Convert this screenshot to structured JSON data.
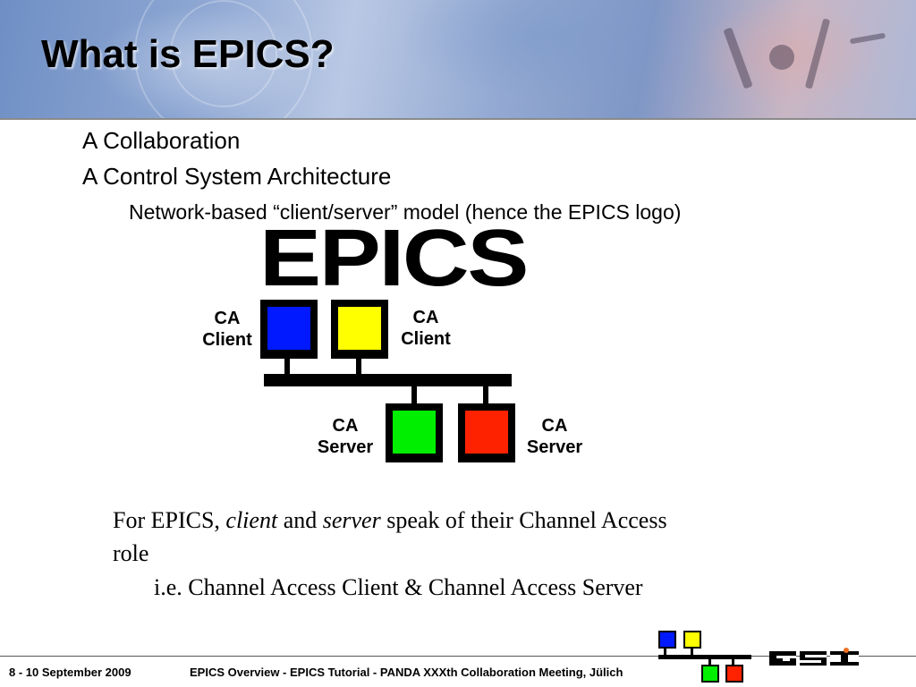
{
  "slide": {
    "title": "What is EPICS?",
    "bullets": [
      "A Collaboration",
      "A Control System Architecture"
    ],
    "sub_bullet": "Network-based “client/server” model (hence the EPICS logo)"
  },
  "logo": {
    "text": "EPICS",
    "client_label_1": "CA\nClient",
    "client_label_2": "CA\nClient",
    "server_label_1": "CA\nServer",
    "server_label_2": "CA\nServer",
    "colors": {
      "client_1": "#0019ff",
      "client_2": "#ffff00",
      "server_1": "#00ee00",
      "server_2": "#ff2200"
    }
  },
  "note": {
    "prefix": "For EPICS, ",
    "client_word": "client",
    "and_word": " and ",
    "server_word": "server",
    "suffix": " speak of their Channel Access",
    "line2": "role",
    "line3": "i.e. Channel Access Client & Channel Access Server"
  },
  "footer": {
    "date": "8 - 10 September 2009",
    "event": "EPICS Overview - EPICS Tutorial - PANDA XXXth Collaboration Meeting, Jülich",
    "org_logo": "GSI"
  }
}
